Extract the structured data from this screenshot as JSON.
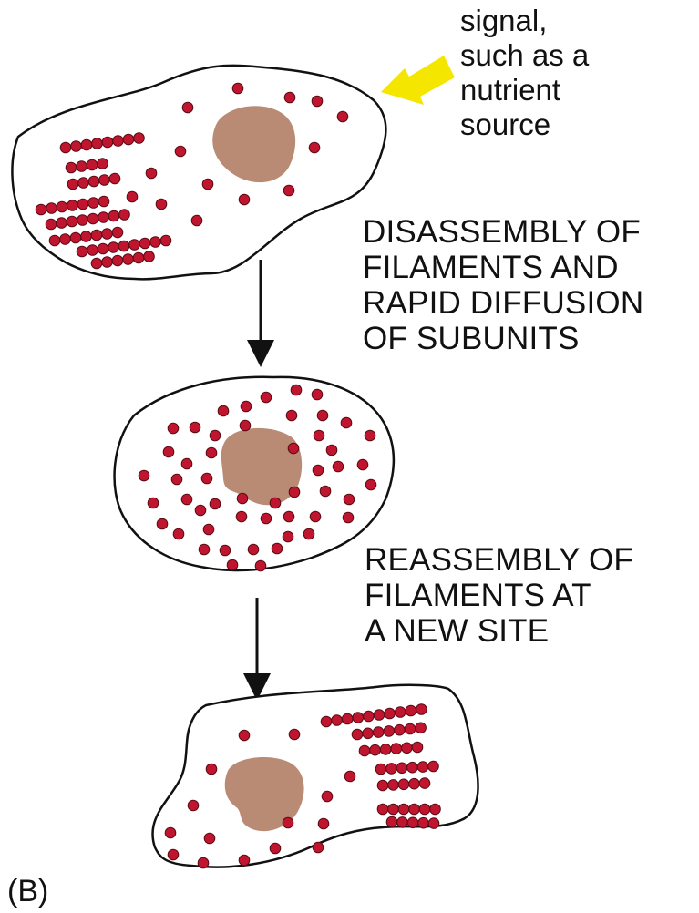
{
  "labels": {
    "signal": [
      "signal,",
      "such as a",
      "nutrient",
      "source"
    ],
    "step1": [
      "DISASSEMBLY OF",
      "FILAMENTS AND",
      "RAPID DIFFUSION",
      "OF SUBUNITS"
    ],
    "step2": [
      "REASSEMBLY OF",
      "FILAMENTS AT",
      "A NEW SITE"
    ],
    "panel": "(B)"
  },
  "colors": {
    "subunit": "#c0152f",
    "subunit_outline": "#5a0a14",
    "nucleus": "#b98a74",
    "cell_outline": "#111111",
    "signal_arrow": "#f5e600",
    "arrow": "#111111"
  },
  "icons": {
    "signal_arrow": "yellow-arrow-icon",
    "transition_arrow": "down-arrow-icon"
  }
}
